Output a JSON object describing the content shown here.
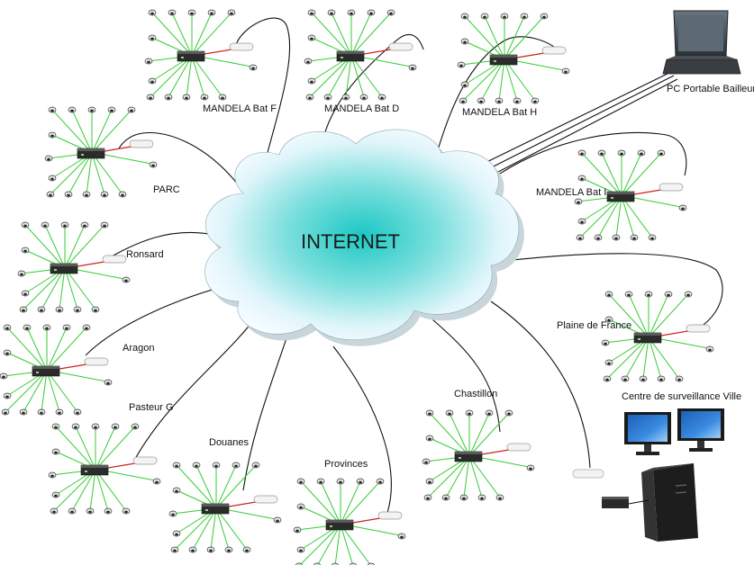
{
  "cloud": {
    "label": "INTERNET"
  },
  "sites": [
    {
      "id": "bat-f",
      "label": "MANDELA Bat F"
    },
    {
      "id": "bat-d",
      "label": "MANDELA Bat D"
    },
    {
      "id": "bat-h",
      "label": "MANDELA Bat H"
    },
    {
      "id": "bat-i",
      "label": "MANDELA Bat I"
    },
    {
      "id": "parc",
      "label": "PARC"
    },
    {
      "id": "ronsard",
      "label": "Ronsard"
    },
    {
      "id": "aragon",
      "label": "Aragon"
    },
    {
      "id": "pasteur-g",
      "label": "Pasteur G"
    },
    {
      "id": "douanes",
      "label": "Douanes"
    },
    {
      "id": "provinces",
      "label": "Provinces"
    },
    {
      "id": "chastillon",
      "label": "Chastillon"
    },
    {
      "id": "plaine-de-france",
      "label": "Plaine de France"
    }
  ],
  "laptop": {
    "label": "PC Portable Bailleur"
  },
  "center": {
    "label": "Centre de surveillance Ville"
  },
  "colors": {
    "camera_link": "#33cc33",
    "cable": "#111111",
    "red_link": "#cc2222",
    "cloud_core": "#2ad0cc",
    "cloud_edge": "#f4fbff"
  }
}
